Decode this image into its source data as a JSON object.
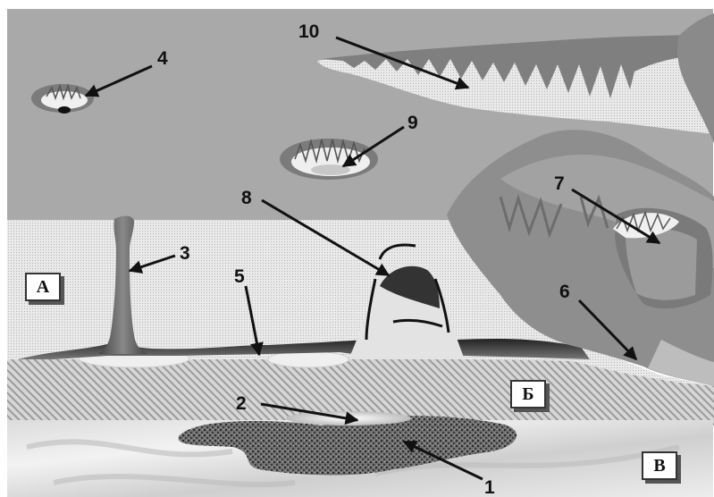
{
  "numbers": [
    "1",
    "2",
    "3",
    "4",
    "5",
    "6",
    "7",
    "8",
    "9",
    "10"
  ],
  "layers": {
    "a": "А",
    "b": "Б",
    "v": "В"
  }
}
